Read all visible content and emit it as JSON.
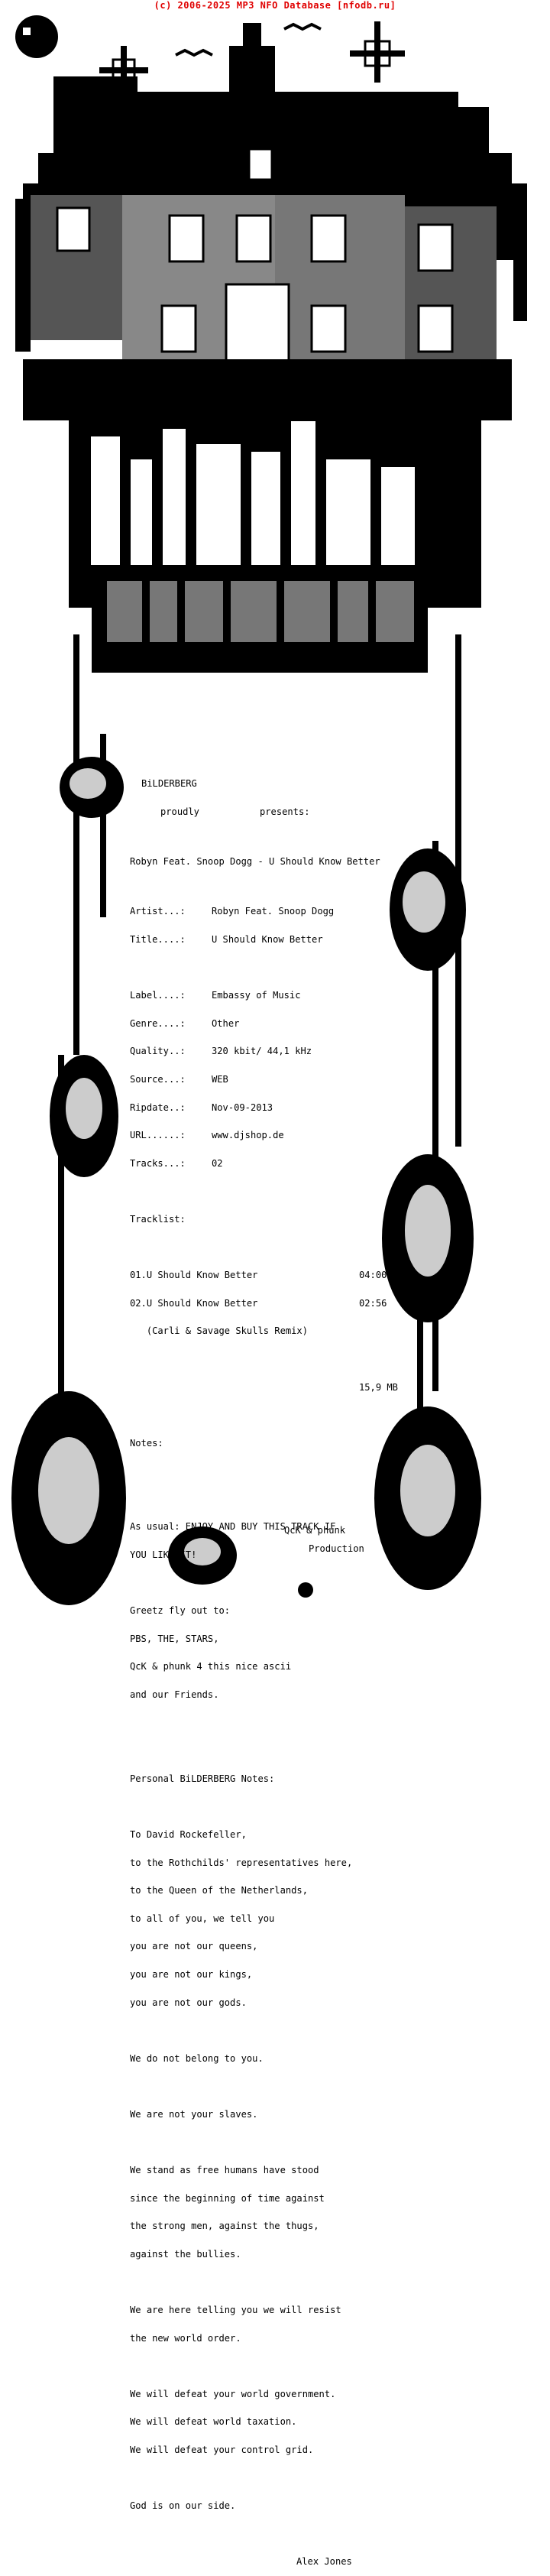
{
  "credit": "(c) 2006-2025 MP3 NFO Database [nfodb.ru]",
  "header": {
    "group": "BiLDERBERG",
    "proudly": "proudly",
    "presents": "presents:"
  },
  "release_title": "Robyn Feat. Snoop Dogg - U Should Know Better",
  "info": [
    {
      "key": "Artist...:",
      "value": "Robyn Feat. Snoop Dogg"
    },
    {
      "key": "Title....:",
      "value": "U Should Know Better"
    },
    {
      "key": "Label....:",
      "value": "Embassy of Music"
    },
    {
      "key": "Genre....:",
      "value": "Other"
    },
    {
      "key": "Quality..:",
      "value": "320 kbit/ 44,1 kHz"
    },
    {
      "key": "Source...:",
      "value": "WEB"
    },
    {
      "key": "Ripdate..:",
      "value": "Nov-09-2013"
    },
    {
      "key": "URL......:",
      "value": "www.djshop.de"
    },
    {
      "key": "Tracks...:",
      "value": "02"
    }
  ],
  "tracklist_label": "Tracklist:",
  "tracks": [
    {
      "title": "01.U Should Know Better",
      "time": "04:00"
    },
    {
      "title": "02.U Should Know Better",
      "time": "02:56"
    }
  ],
  "track2_remix": "   (Carli & Savage Skulls Remix)",
  "size": "15,9 MB",
  "notes_label": "Notes:",
  "notes_lines": [
    "As usual: ENJOY AND BUY THIS TRACK IF",
    "YOU LIKE IT!"
  ],
  "greetz_lines": [
    "Greetz fly out to:",
    "PBS, THE, STARS,",
    "QcK & phunk 4 this nice ascii",
    "and our Friends."
  ],
  "personal_label": "Personal BiLDERBERG Notes:",
  "speech_block1": [
    "To David Rockefeller,",
    "to the Rothchilds' representatives here,",
    "to the Queen of the Netherlands,",
    "to all of you, we tell you",
    "you are not our queens,",
    "you are not our kings,",
    "you are not our gods."
  ],
  "speech_line2": "We do not belong to you.",
  "speech_line3": "We are not your slaves.",
  "speech_block4": [
    "We stand as free humans have stood",
    "since the beginning of time against",
    "the strong men, against the thugs,",
    "against the bullies."
  ],
  "speech_block5": [
    "We are here telling you we will resist",
    "the new world order."
  ],
  "speech_block6": [
    "We will defeat your world government.",
    "We will defeat world taxation.",
    "We will defeat your control grid."
  ],
  "speech_line7": "God is on our side.",
  "signature": "Alex Jones",
  "art_credit": "QcK & phunk",
  "art_credit2": "Production"
}
